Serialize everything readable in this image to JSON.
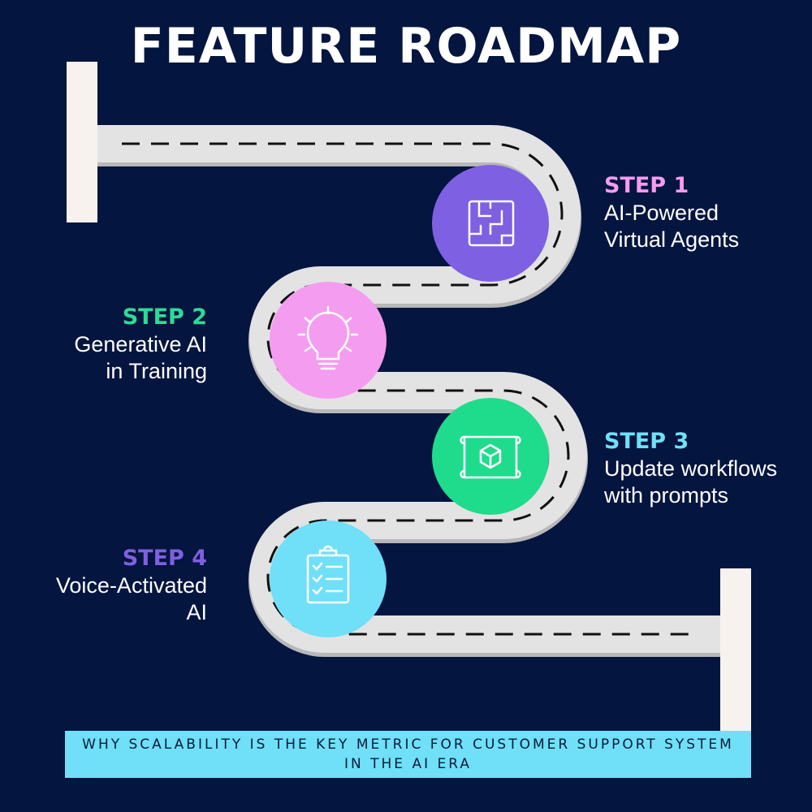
{
  "title": "FEATURE ROADMAP",
  "colors": {
    "background": "#04153f",
    "road": "#e2e2e2",
    "road_shade": "#b7b7b7",
    "post": "#f7f2ee",
    "step1": "#f49cf0",
    "step2": "#2edb95",
    "step3": "#6fe0f7",
    "step4": "#7e60e2",
    "circle1": "#7e60e2",
    "circle2": "#f49cf0",
    "circle3": "#1fdc8d",
    "circle4": "#6fe0f7",
    "banner": "#6fe0f7"
  },
  "steps": [
    {
      "label": "STEP 1",
      "description": "AI-Powered\nVirtual Agents",
      "icon": "maze-icon"
    },
    {
      "label": "STEP 2",
      "description": "Generative AI\nin Training",
      "icon": "lightbulb-icon"
    },
    {
      "label": "STEP 3",
      "description": "Update workflows\nwith prompts",
      "icon": "blueprint-cube-icon"
    },
    {
      "label": "STEP 4",
      "description": "Voice-Activated\nAI",
      "icon": "clipboard-checklist-icon"
    }
  ],
  "banner": "WHY SCALABILITY IS THE KEY METRIC FOR CUSTOMER SUPPORT SYSTEM IN THE AI ERA"
}
